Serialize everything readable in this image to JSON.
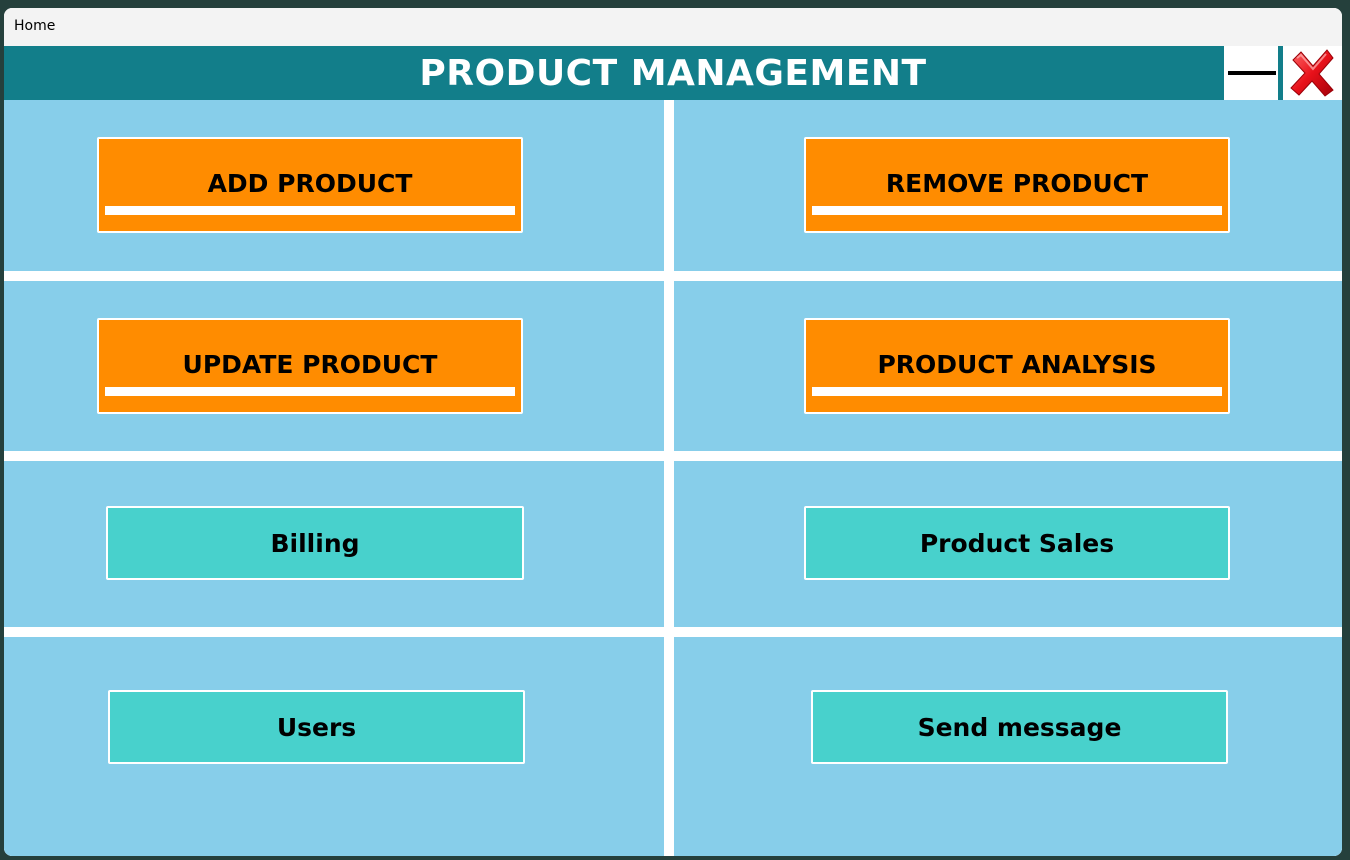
{
  "window": {
    "title": "Home"
  },
  "header": {
    "heading": "PRODUCT MANAGEMENT",
    "min_icon": "minimize-icon",
    "close_icon": "close-icon"
  },
  "buttons": {
    "add_product": "ADD PRODUCT",
    "remove_product": "REMOVE PRODUCT",
    "update_product": "UPDATE PRODUCT",
    "product_analysis": "PRODUCT ANALYSIS",
    "billing": "Billing",
    "product_sales": "Product Sales",
    "users": "Users",
    "send_message": "Send message"
  },
  "colors": {
    "header_bg": "#127e8a",
    "panel_bg": "#87ceea",
    "primary_button": "#ff8c00",
    "secondary_button": "#48d1cc",
    "close_red": "#e8111a"
  }
}
